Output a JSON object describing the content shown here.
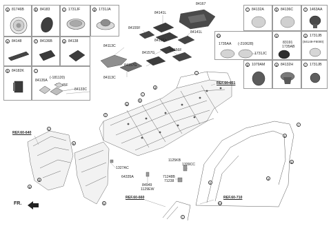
{
  "top_part": "84167",
  "left_grid": [
    {
      "letter": "a",
      "code": "81746B",
      "shape": "round-disk"
    },
    {
      "letter": "b",
      "code": "84183",
      "shape": "oval-pad"
    },
    {
      "letter": "c",
      "code": "1731JF",
      "shape": "plug"
    },
    {
      "letter": "d",
      "code": "1731JA",
      "shape": "plug-flange"
    },
    {
      "letter": "e",
      "code": "84148",
      "shape": "long-pad"
    },
    {
      "letter": "f",
      "code": "84136B",
      "shape": "rect-pad"
    },
    {
      "letter": "g",
      "code": "84138",
      "shape": "square-pad"
    },
    {
      "letter": "h",
      "code": "84182K",
      "shape": "small-square"
    },
    {
      "letter": "i",
      "code": "",
      "shape": "group"
    }
  ],
  "i_cell": {
    "code1": "84135A",
    "note": "(-181120)",
    "code2": "84145F",
    "code3": "84133C"
  },
  "right_grid": [
    {
      "letter": "j",
      "code": "84132A",
      "shape": "round-disk"
    },
    {
      "letter": "k",
      "code": "84136C",
      "shape": "round-disk"
    },
    {
      "letter": "l",
      "code": "1463AA",
      "shape": "grommet"
    },
    {
      "letter": "m",
      "code": "",
      "shape": "group"
    },
    {
      "letter": "n",
      "code": "",
      "shape": "cap"
    },
    {
      "letter": "o",
      "code": "1731JB",
      "shape": "plug"
    },
    {
      "letter": "p",
      "code": "1079AM",
      "shape": "round-disk"
    },
    {
      "letter": "q",
      "code": "84132H",
      "shape": "grommet"
    },
    {
      "letter": "r",
      "code": "1731JB",
      "shape": "plug-small"
    }
  ],
  "m_cell": {
    "code1": "1735AA",
    "note": "(-210628)",
    "code2": "1731JC"
  },
  "n_cell": {
    "code1": "83191",
    "code2": "1735AB"
  },
  "o_cell": {
    "note": "(84149-F8000)"
  },
  "pad_labels": {
    "p84141L_top": "84141L",
    "p84155F": "84155F",
    "p84155B": "84155B",
    "p84113C_a": "84113C",
    "p84157G_a": "84157G",
    "p84141L": "84141L",
    "p84156F": "84156F",
    "p84157G_b": "84157G",
    "p84113C_b": "84113C"
  },
  "refs": {
    "r651": "REF.60-651",
    "r640": "REF.60-640",
    "r660": "REF.60-660",
    "r710": "REF.60-710"
  },
  "callouts": {
    "c1327AC": "1327AC",
    "c64335A": "64335A",
    "c84949": "84949",
    "c1129EW": "1129EW",
    "c1125KB": "1125KB",
    "c1339CC": "1339CC",
    "c71248B": "71248B",
    "c71238": "71238"
  },
  "fr_label": "FR."
}
